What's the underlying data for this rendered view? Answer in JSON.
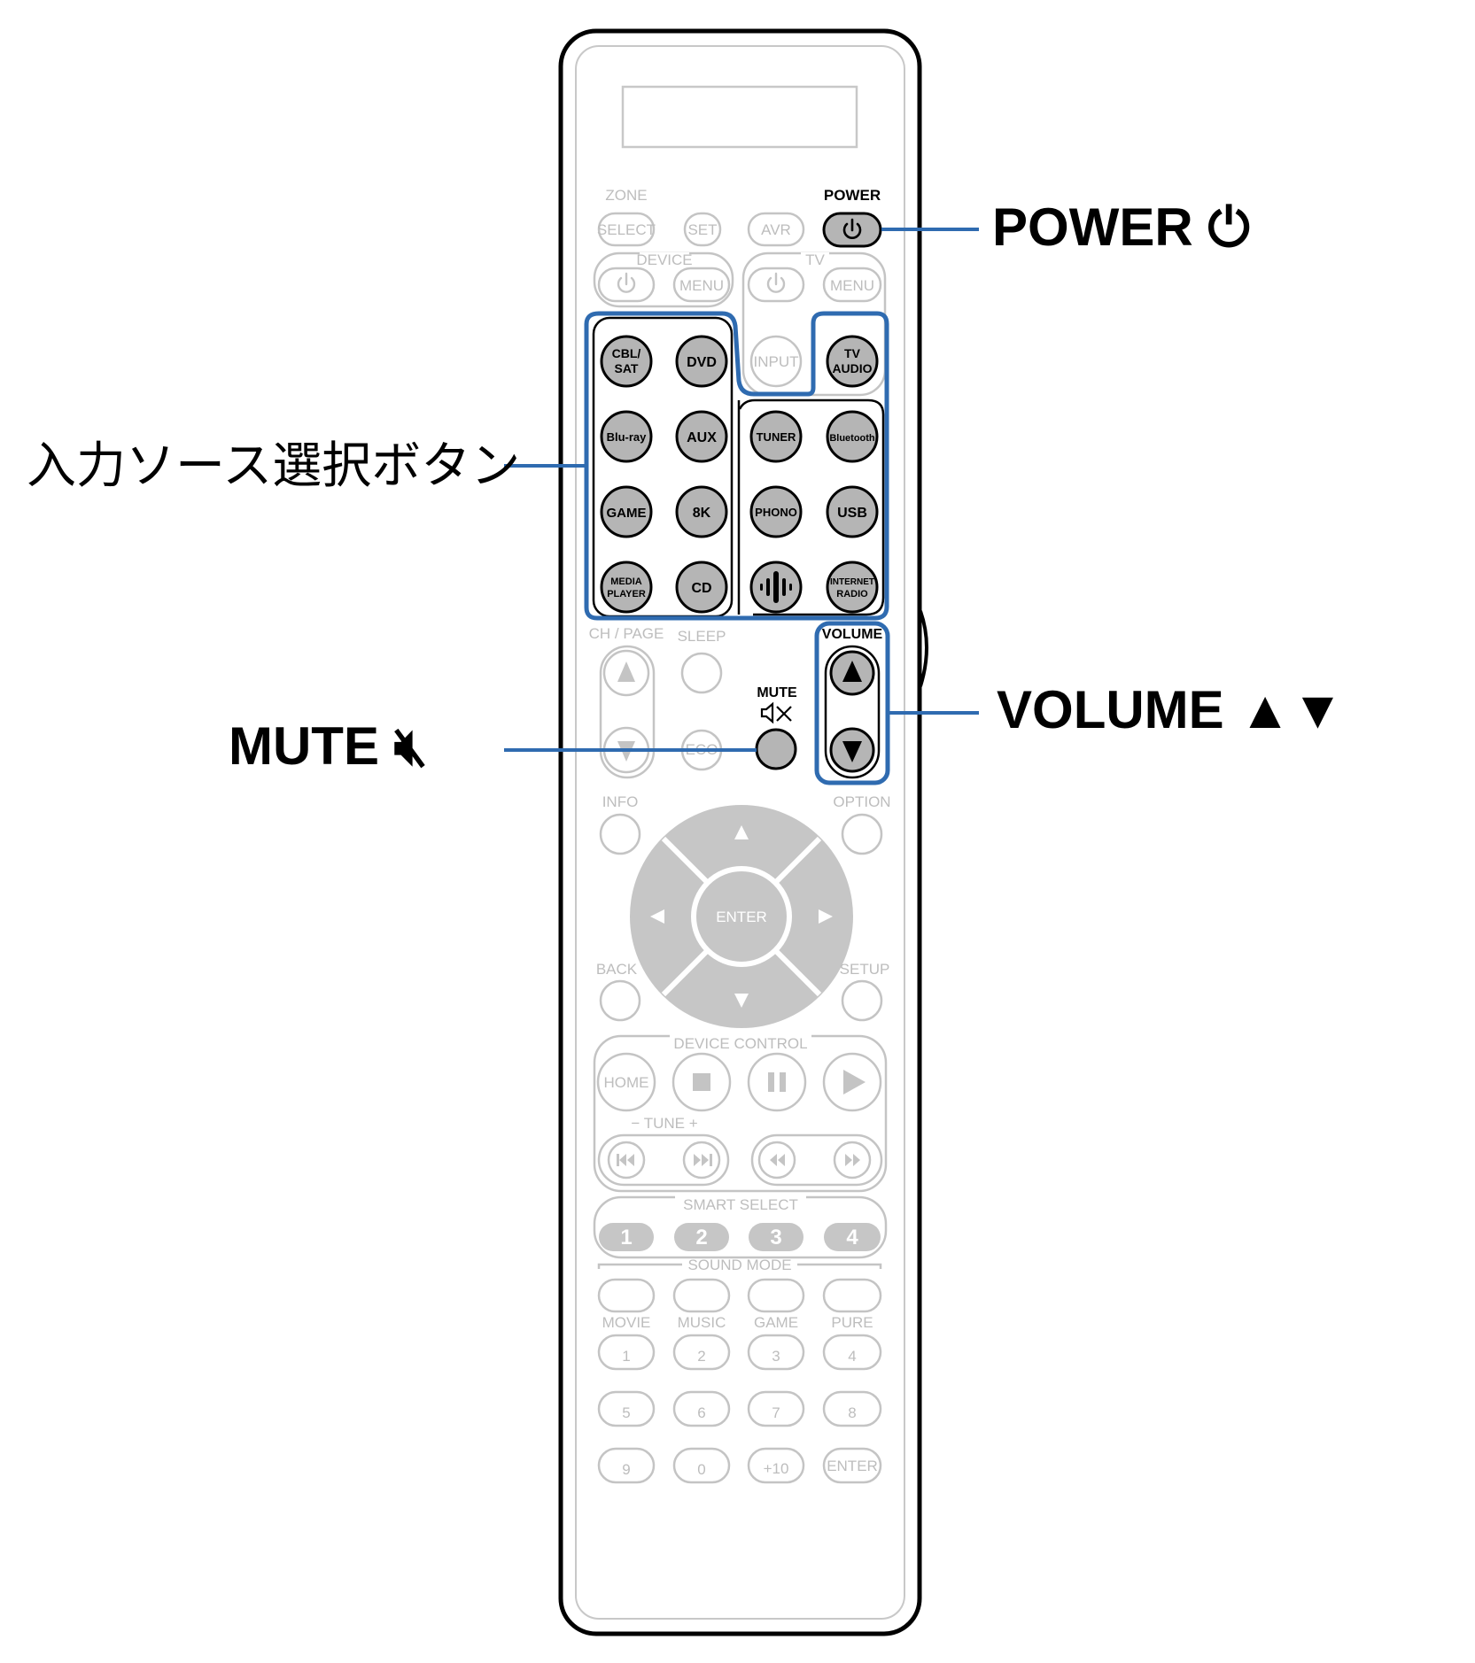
{
  "callouts": {
    "power": "POWER ⏻",
    "input_source": "入力ソース選択ボタン",
    "mute": "MUTE 🔇︎",
    "volume": "VOLUME ▲▼"
  },
  "remote": {
    "top_labels": {
      "zone": "ZONE",
      "power": "POWER",
      "device": "DEVICE",
      "tv": "TV"
    },
    "top_buttons": {
      "select": "SELECT",
      "set": "SET",
      "avr": "AVR",
      "device_menu": "MENU",
      "tv_menu": "MENU",
      "input": "INPUT"
    },
    "source_buttons": {
      "cbl_sat_1": "CBL/",
      "cbl_sat_2": "SAT",
      "dvd": "DVD",
      "tv_audio_1": "TV",
      "tv_audio_2": "AUDIO",
      "bluray": "Blu-ray",
      "aux": "AUX",
      "tuner": "TUNER",
      "bluetooth": "Bluetooth",
      "game": "GAME",
      "8k": "8K",
      "phono": "PHONO",
      "usb": "USB",
      "media_player_1": "MEDIA",
      "media_player_2": "PLAYER",
      "cd": "CD",
      "internet_radio_1": "INTERNET",
      "internet_radio_2": "RADIO"
    },
    "mid_labels": {
      "ch_page": "CH / PAGE",
      "sleep": "SLEEP",
      "volume": "VOLUME",
      "mute": "MUTE",
      "eco": "ECO",
      "info": "INFO",
      "option": "OPTION",
      "enter": "ENTER",
      "back": "BACK",
      "setup": "SETUP"
    },
    "device_control": {
      "title": "DEVICE CONTROL",
      "home": "HOME",
      "tune": "−  TUNE  +"
    },
    "smart_select": {
      "title": "SMART SELECT",
      "buttons": [
        "1",
        "2",
        "3",
        "4"
      ]
    },
    "sound_mode": {
      "title": "SOUND MODE",
      "modes": [
        "MOVIE",
        "MUSIC",
        "GAME",
        "PURE"
      ]
    },
    "number_pad": [
      "1",
      "2",
      "3",
      "4",
      "5",
      "6",
      "7",
      "8",
      "9",
      "0",
      "+10",
      "ENTER"
    ]
  },
  "colors": {
    "highlight": "#2f6bb0",
    "leader": "#2f6bb0",
    "active_button": "#b5b5b5",
    "faint": "#c4c4c4"
  }
}
